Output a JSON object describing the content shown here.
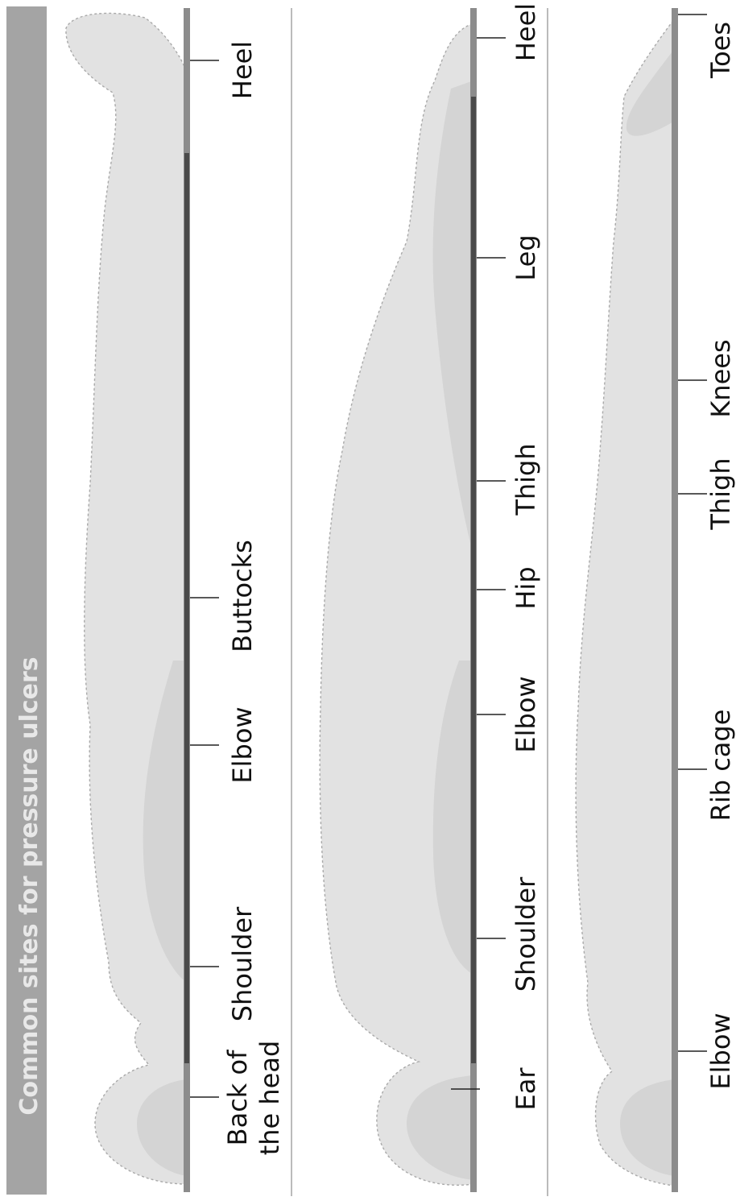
{
  "title": "Common sites for pressure ulcers",
  "panels": [
    {
      "labels": [
        "Back of",
        "the head",
        "Shoulder",
        "Elbow",
        "Buttocks",
        "Heel"
      ]
    },
    {
      "labels": [
        "Ear",
        "Shoulder",
        "Elbow",
        "Hip",
        "Thigh",
        "Leg",
        "Heel"
      ]
    },
    {
      "labels": [
        "Elbow",
        "Rib cage",
        "Thigh",
        "Knees",
        "Toes"
      ]
    }
  ]
}
